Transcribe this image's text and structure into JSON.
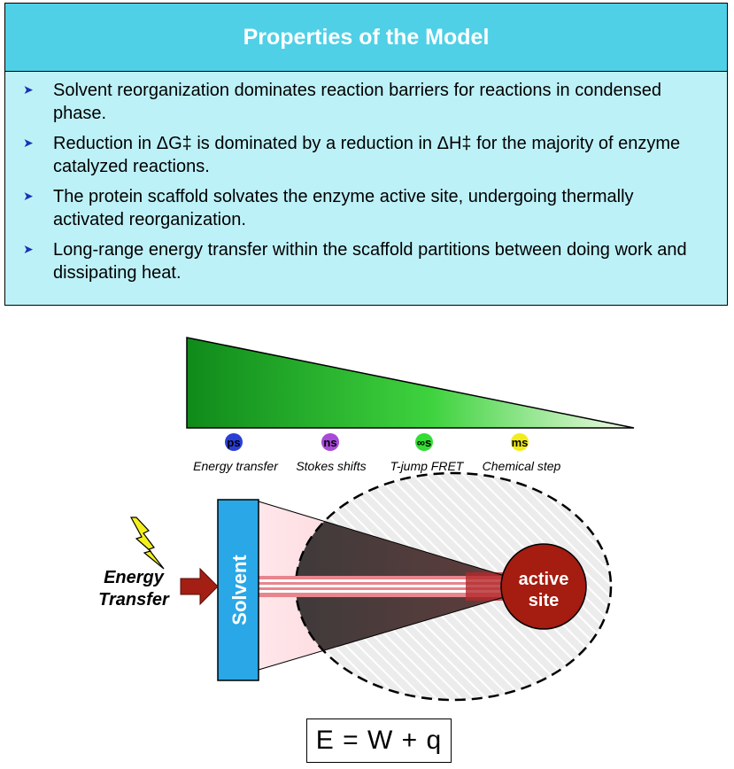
{
  "panel": {
    "title": "Properties of the Model",
    "bullets": [
      "Solvent reorganization dominates reaction barriers for reactions in condensed phase.",
      "Reduction in ΔG‡ is dominated by a reduction in ΔH‡ for the majority of enzyme catalyzed reactions.",
      "The protein scaffold solvates the enzyme active site, undergoing thermally activated reorganization.",
      "Long-range energy transfer within the scaffold partitions between doing work and dissipating heat."
    ]
  },
  "timescales": [
    {
      "unit": "ps",
      "label": "Energy transfer",
      "color": "#2b3fd6"
    },
    {
      "unit": "ns",
      "label": "Stokes shifts",
      "color": "#a84ad8"
    },
    {
      "unit": "∞s",
      "label": "T-jump FRET",
      "color": "#33dd33"
    },
    {
      "unit": "ms",
      "label": "Chemical step",
      "color": "#f2ec1c"
    }
  ],
  "diagram": {
    "energy_label_line1": "Energy",
    "energy_label_line2": "Transfer",
    "solvent_label": "Solvent",
    "active_site_line1": "active",
    "active_site_line2": "site",
    "colors": {
      "solvent": "#2aa7e6",
      "active_site": "#a51c10",
      "arrow": "#a31f14",
      "gradient_start": "#0f8a1a",
      "gradient_end": "#f2fbe8"
    }
  },
  "equation": "E = W + q",
  "icons": {
    "bullet": "arrowhead-right-icon",
    "energy": "lightning-bolt-icon"
  }
}
